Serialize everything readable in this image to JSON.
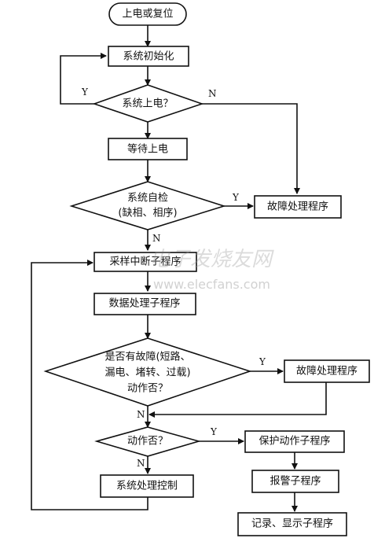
{
  "nodes": {
    "start": "上电或复位",
    "init": "系统初始化",
    "power_check": "系统上电？",
    "wait_power": "等待上电",
    "self_check_line1": "系统自检",
    "self_check_line2": "(缺相、相序)",
    "fault_handler_1": "故障处理程序",
    "sampling_interrupt": "采样中断子程序",
    "data_processing": "数据处理子程序",
    "fault_check_line1": "是否有故障(短路、",
    "fault_check_line2": "漏电、堵转、过载)",
    "fault_check_line3": "动作否？",
    "fault_handler_2": "故障处理程序",
    "action_check": "动作否？",
    "protection_action": "保护动作子程序",
    "alarm": "报警子程序",
    "system_control": "系统处理控制",
    "record_display": "记录、显示子程序"
  },
  "labels": {
    "yes": "Y",
    "no": "N"
  },
  "watermark": {
    "text_cn": "电子发烧友网",
    "url": "www.elecfans.com"
  }
}
